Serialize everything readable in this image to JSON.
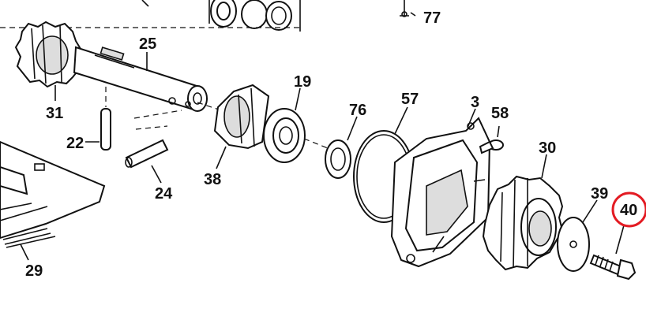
{
  "diagram": {
    "highlight_color": "#e31b23",
    "highlighted_callout": "40",
    "callouts": {
      "c77": "77",
      "c25": "25",
      "c19": "19",
      "c57": "57",
      "c3": "3",
      "c58": "58",
      "c76": "76",
      "c31": "31",
      "c22": "22",
      "c30": "30",
      "c39": "39",
      "c40": "40",
      "c38": "38",
      "c24": "24",
      "c29": "29"
    }
  }
}
